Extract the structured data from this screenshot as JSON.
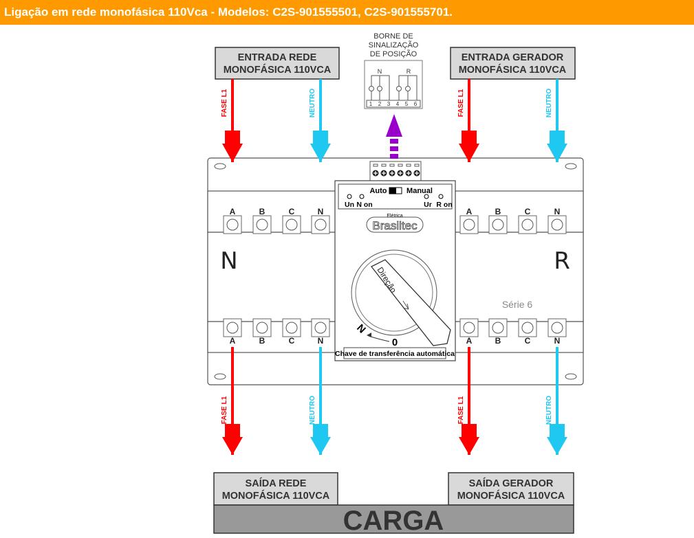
{
  "header": {
    "title": "Ligação em rede monofásica 110Vca - Modelos: C2S-901555501, C2S-901555701."
  },
  "colors": {
    "header": "#FF9900",
    "phase": "#FF0000",
    "neutral": "#1EC8F0",
    "signal": "#9900CC",
    "box": "#D9D9D9",
    "load": "#999999"
  },
  "inputs": {
    "rede": {
      "line1": "ENTRADA REDE",
      "line2": "MONOFÁSICA 110VCA"
    },
    "gerador": {
      "line1": "ENTRADA GERADOR",
      "line2": "MONOFÁSICA 110VCA"
    }
  },
  "outputs": {
    "rede": {
      "line1": "SAÍDA REDE",
      "line2": "MONOFÁSICA 110VCA"
    },
    "gerador": {
      "line1": "SAÍDA GERADOR",
      "line2": "MONOFÁSICA 110VCA"
    }
  },
  "wires": {
    "phase": "FASE L1",
    "neutral": "NEUTRO"
  },
  "borne": {
    "title1": "BORNE DE",
    "title2": "SINALIZAÇÃO",
    "title3": "DE POSIÇÃO",
    "n": "N",
    "r": "R",
    "pins": [
      "1",
      "2",
      "3",
      "4",
      "5",
      "6"
    ]
  },
  "device": {
    "terminals": [
      "A",
      "B",
      "C",
      "N"
    ],
    "side_n": "N",
    "side_r": "R",
    "series": "Série 6",
    "mode_auto": "Auto",
    "mode_manual": "Manual",
    "leds": [
      "Un",
      "N on",
      "Ur",
      "R on"
    ],
    "brand_small": "Elétrica",
    "brand": "Brasiltec",
    "handle_label": "Direção",
    "pos_n": "N",
    "pos_0": "0",
    "footer": "Chave de transferência automática"
  },
  "load": {
    "label": "CARGA"
  }
}
